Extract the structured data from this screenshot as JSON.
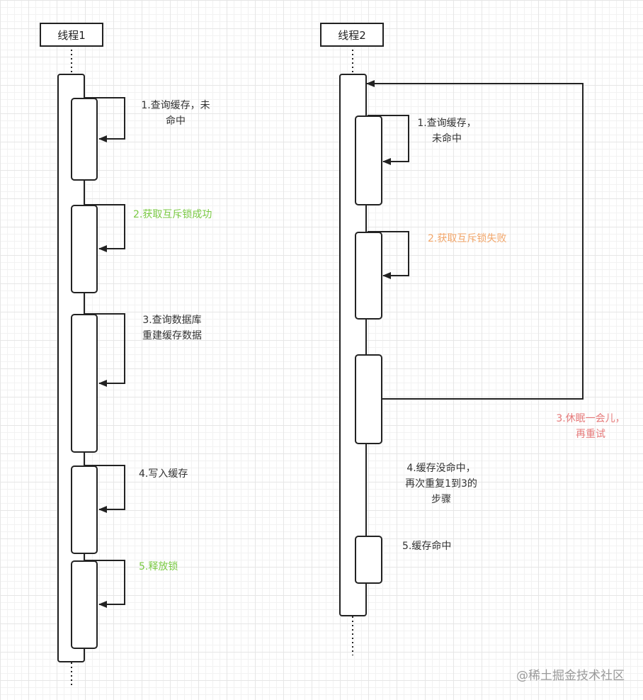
{
  "thread1": {
    "title": "线程1",
    "steps": [
      {
        "line1": "1.查询缓存，未",
        "line2": "命中"
      },
      {
        "line1": "2.获取互斥锁成功",
        "line2": ""
      },
      {
        "line1": "3.查询数据库",
        "line2": "重建缓存数据"
      },
      {
        "line1": "4.写入缓存",
        "line2": ""
      },
      {
        "line1": "5.释放锁",
        "line2": ""
      }
    ]
  },
  "thread2": {
    "title": "线程2",
    "steps": [
      {
        "line1": "1.查询缓存，",
        "line2": "未命中"
      },
      {
        "line1": "2.获取互斥锁失败",
        "line2": ""
      },
      {
        "line1": "3.休眠一会儿，",
        "line2": "再重试"
      },
      {
        "line1": "4.缓存没命中，",
        "line2": "再次重复1到3的",
        "line3": "步骤"
      },
      {
        "line1": "5.缓存命中",
        "line2": ""
      }
    ]
  },
  "colors": {
    "line": "#222222",
    "text": "#333333",
    "success": "#7ac943",
    "fail": "#f2a66a",
    "retry": "#e67a7a",
    "grid": "#e6e6e6"
  },
  "watermark": "@稀土掘金技术社区"
}
